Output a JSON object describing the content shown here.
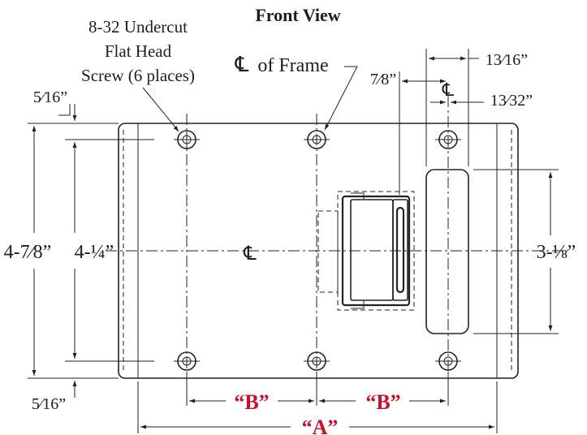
{
  "title": "Front View",
  "screw_note": [
    "8-32 Undercut",
    "Flat Head",
    "Screw (6 places)"
  ],
  "centerline_label": "of Frame",
  "centerline_symbol": "℄",
  "dimensions": {
    "top_offset": "5⁄16”",
    "bottom_offset": "5⁄16”",
    "overall_height": "4-7⁄8”",
    "hole_spacing": "4-¼”",
    "slot_height": "3-⅛”",
    "slot_width": "13⁄16”",
    "slot_half_width": "13⁄32”",
    "latch_offset": "7⁄8”",
    "dim_B_left": "“B”",
    "dim_B_right": "“B”",
    "dim_A": "“A”"
  },
  "colors": {
    "line": "#222222",
    "callout": "#c8102e"
  }
}
